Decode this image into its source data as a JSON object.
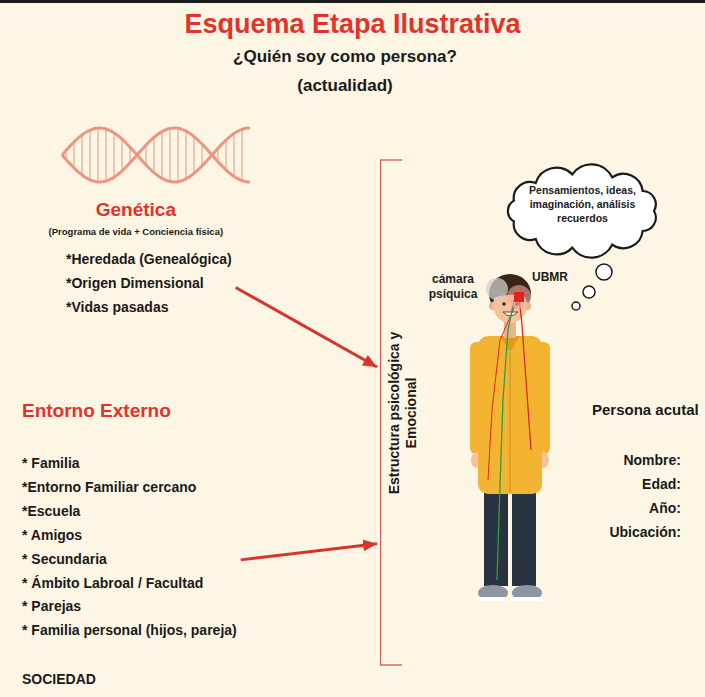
{
  "diagram": {
    "title": "Esquema Etapa Ilustrativa",
    "nodes": [
      {
        "text": [
          "Genética",
          "(Programa de vida + Conciencia física)",
          "*Heredada (Genealógica)",
          "*Origen Dimensional",
          "*Vidas pasadas"
        ]
      },
      {
        "text": [
          "Entorno Externo",
          "* Familia",
          "*Entorno Familiar cercano",
          "*Escuela",
          "* Amigos",
          "* Secundaria",
          "* Ámbito Labroal / Facultad",
          "* Parejas",
          "* Familia personal (hijos, pareja)"
        ]
      },
      {
        "text": [
          "Estructura psicológica y Emocional"
        ]
      },
      {
        "text": [
          "Pensamientos, ideas, imaginación, análisis recuerdos"
        ]
      }
    ],
    "edges": [
      {
        "from": 0,
        "to": 2,
        "arrow": "to"
      },
      {
        "from": 1,
        "to": 2,
        "arrow": "to"
      }
    ],
    "labels": [
      "¿Quién soy como persona?",
      "(actualidad)",
      "cámara psíquica",
      "UBMR",
      "Persona acutal",
      "Nombre:",
      "Edad:",
      "Año:",
      "Ubicación:",
      "SOCIEDAD"
    ]
  }
}
